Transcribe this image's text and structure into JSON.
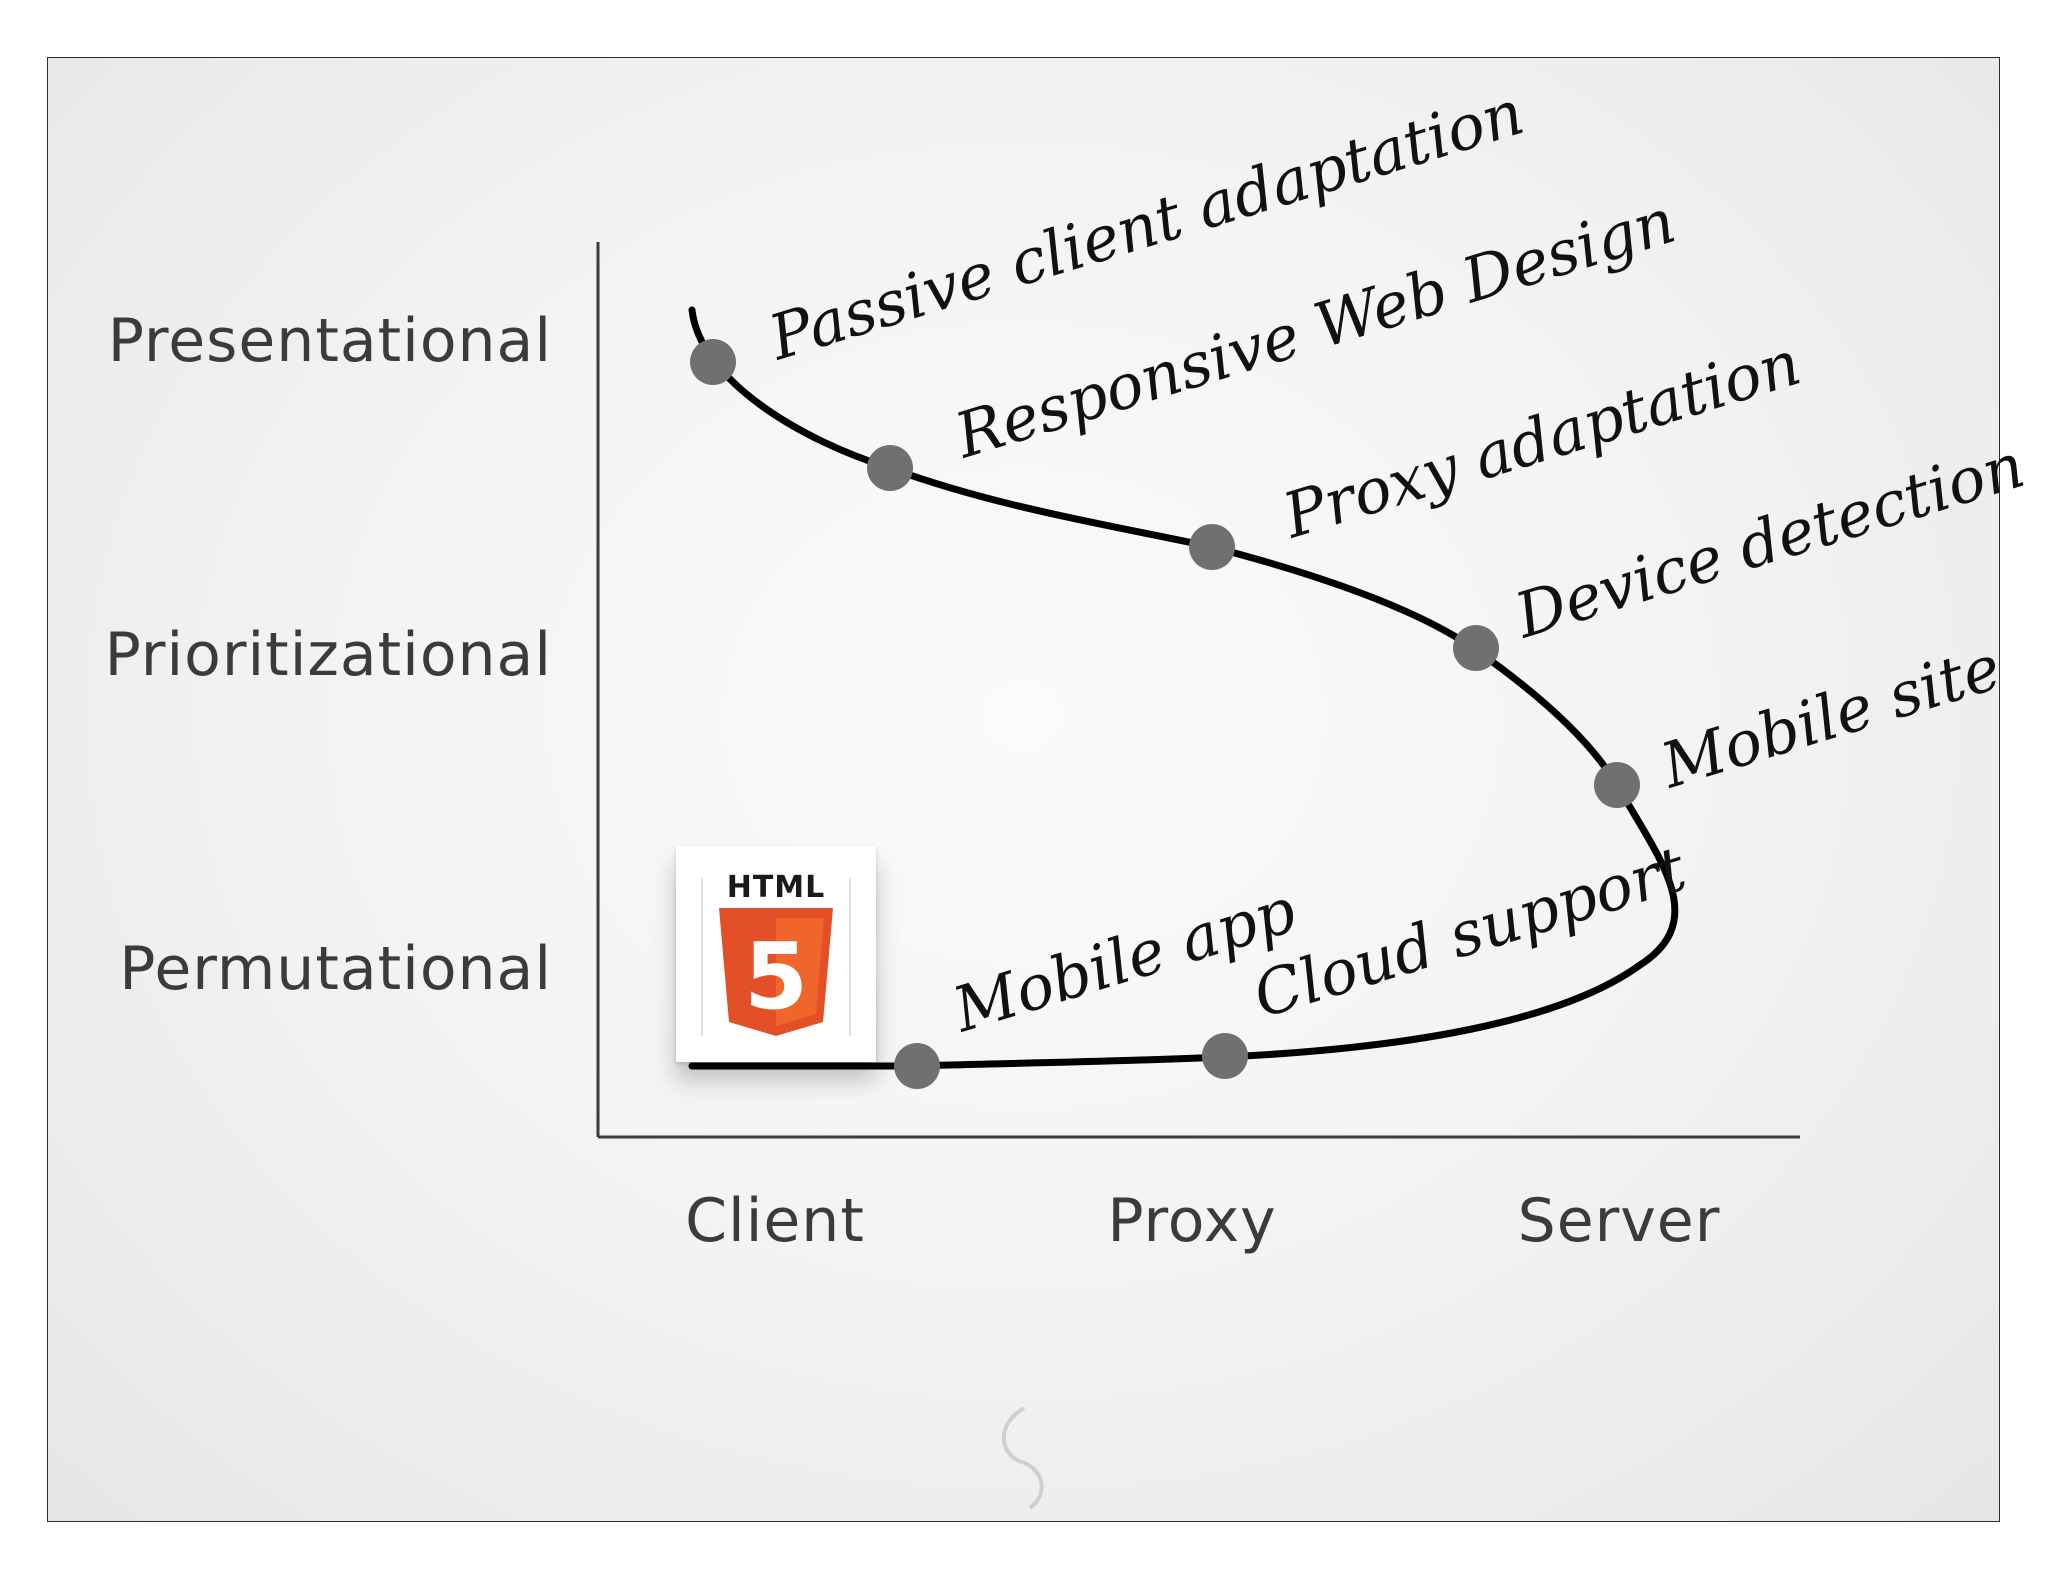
{
  "diagram": {
    "y_axis_labels": [
      "Presentational",
      "Prioritizational",
      "Permutational"
    ],
    "x_axis_labels": [
      "Client",
      "Proxy",
      "Server"
    ],
    "points": [
      {
        "label": "Passive client adaptation"
      },
      {
        "label": "Responsive Web Design"
      },
      {
        "label": "Proxy adaptation"
      },
      {
        "label": "Device detection"
      },
      {
        "label": "Mobile site"
      },
      {
        "label": "Cloud support"
      },
      {
        "label": "Mobile app"
      }
    ],
    "logo": {
      "name": "html5-logo",
      "text": "HTML",
      "number": "5",
      "colors": {
        "shield": "#e34f26",
        "shield_light": "#f06529",
        "five": "#ffffff"
      }
    },
    "colors": {
      "curve": "#000000",
      "marker": "#707070",
      "axis": "#3b3b3b",
      "background": "#f2f2f2"
    }
  }
}
